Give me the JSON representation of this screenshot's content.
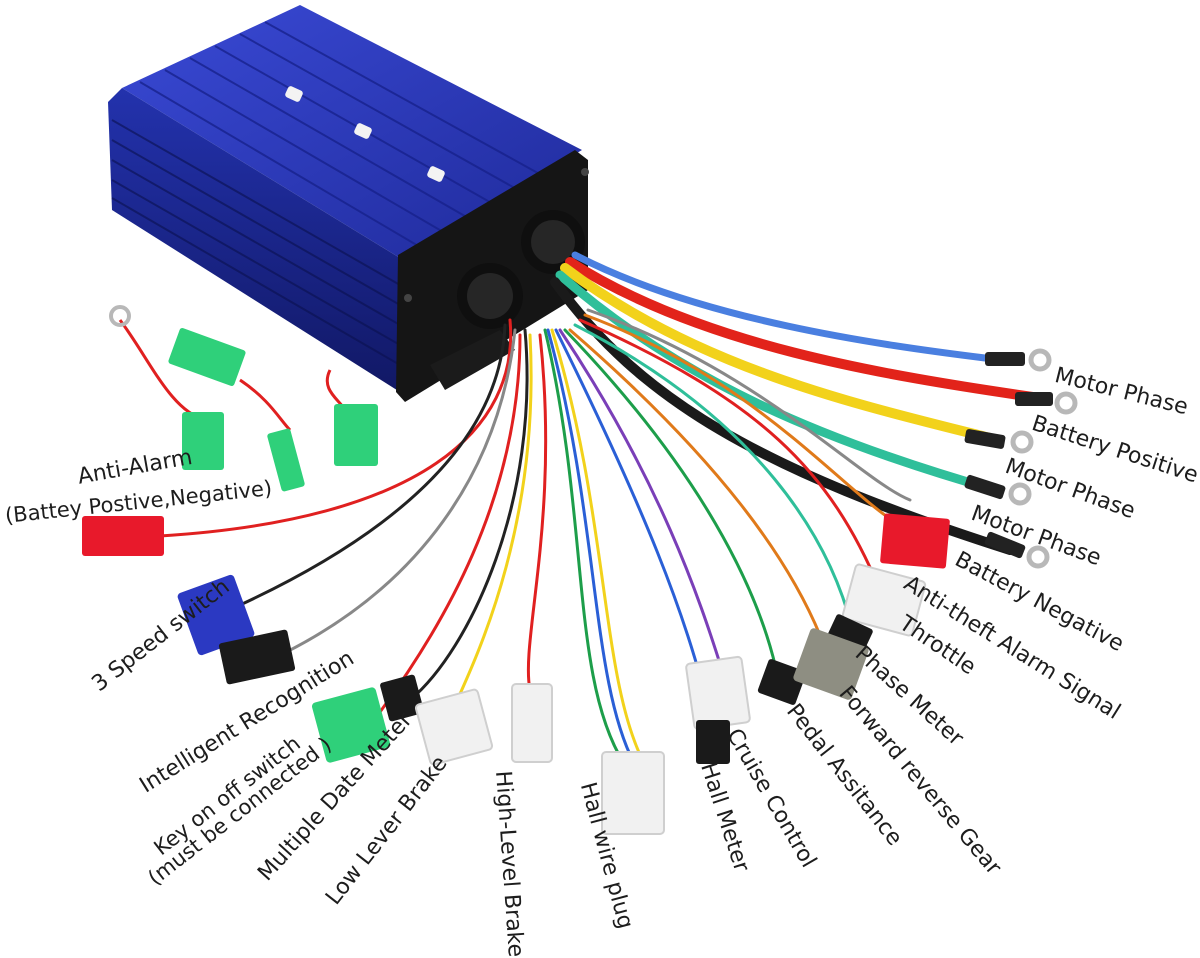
{
  "image": {
    "subject": "e-bike brushless motor controller with labeled wiring harness",
    "colors": {
      "housing": "#2a39b8",
      "housing_dark": "#131a6b",
      "endcap": "#151515",
      "background": "#ffffff",
      "label_text": "#1d1d1d"
    }
  },
  "labels": {
    "motor_phase_1": "Motor Phase",
    "battery_positive": "Battery Positive",
    "motor_phase_2": "Motor Phase",
    "motor_phase_3": "Motor Phase",
    "battery_negative": "Battery Negative",
    "anti_theft": "Anti-theft Alarm Signal",
    "throttle": "Throttle",
    "phase_meter": "Phase Meter",
    "forward_reverse": "Forward reverse Gear",
    "pedal_assist": "Pedal Assitance",
    "cruise_control": "Cruise Control",
    "hall_meter": "Hall Meter",
    "hall_wire_plug": "Hall wire plug",
    "high_level_brake": "High-Level Brake",
    "low_lever_brake": "Low Lever Brake",
    "multiple_date_meter": "Multiple Date Meter",
    "key_switch_line1": "Key on off switch",
    "key_switch_line2": "(must be connected )",
    "intelligent_recognition": "Intelligent Recognition",
    "speed_switch": "3 Speed switch",
    "anti_alarm_line1": "Anti-Alarm",
    "anti_alarm_line2": "(Battey Postive,Negative)"
  }
}
